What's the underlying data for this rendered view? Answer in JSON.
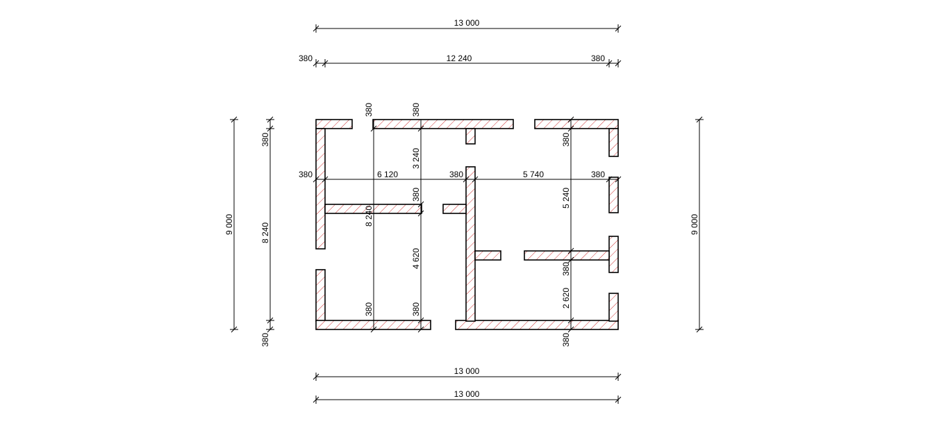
{
  "dimensions": {
    "top_overall": "13 000",
    "top_left_wall": "380",
    "top_interior": "12 240",
    "top_right_wall": "380",
    "opening_width_a": "380",
    "opening_width_b": "380",
    "left_top_wall": "380",
    "left_room_width": "6 120",
    "middle_wall": "380",
    "right_room_width": "5 740",
    "right_wall": "380",
    "left_room_top_depth": "3 240",
    "partition_thickness": "380",
    "left_room_bottom_depth": "4 620",
    "interior_depth_label": "8 240",
    "bottom_opening_a": "380",
    "bottom_opening_b": "380",
    "right_top_wall": "380",
    "right_room_depth": "5 240",
    "right_partition": "380",
    "right_small_room_depth": "2 620",
    "right_bottom_wall": "380",
    "left_overall_height": "9 000",
    "left_interior_height": "8 240",
    "left_top_wall_thickness": "380",
    "left_bottom_wall_thickness": "380",
    "right_overall_height": "9 000",
    "bottom_overall_1": "13 000",
    "bottom_overall_2": "13 000"
  },
  "colors": {
    "line": "#000000",
    "hatch": "#cc3333"
  }
}
